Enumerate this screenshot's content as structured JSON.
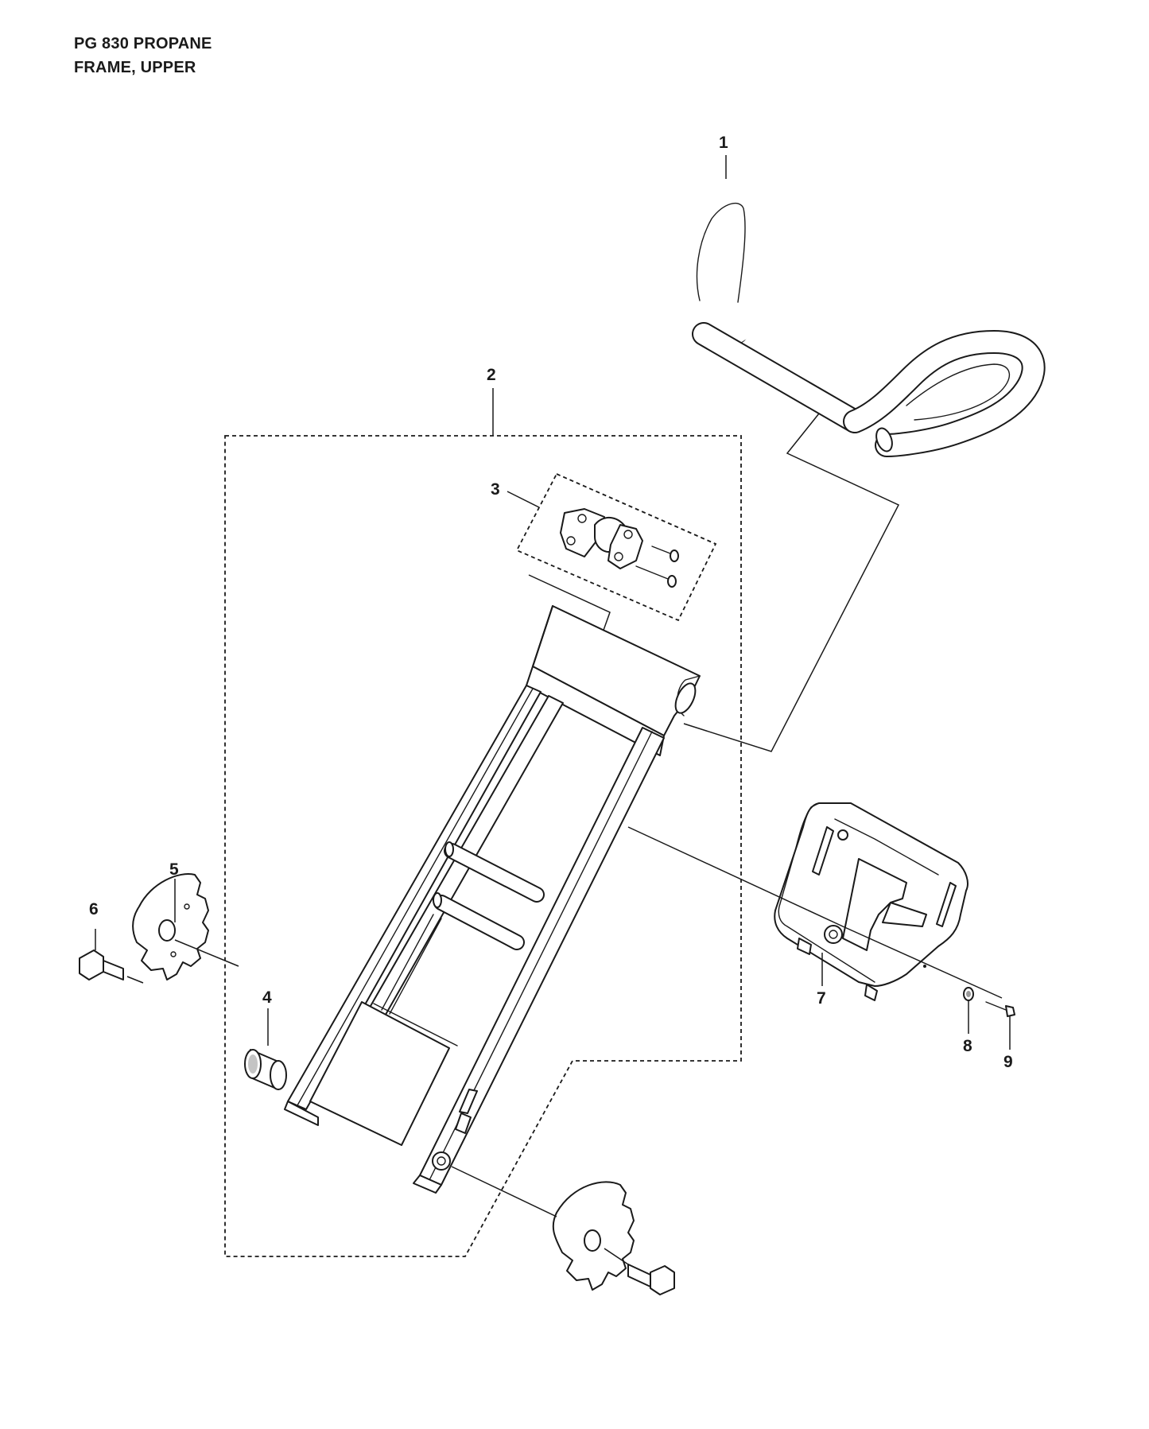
{
  "header": {
    "model": "PG 830 PROPANE",
    "assembly": "FRAME, UPPER"
  },
  "callouts": [
    "1",
    "2",
    "3",
    "4",
    "5",
    "6",
    "7",
    "8",
    "9"
  ]
}
